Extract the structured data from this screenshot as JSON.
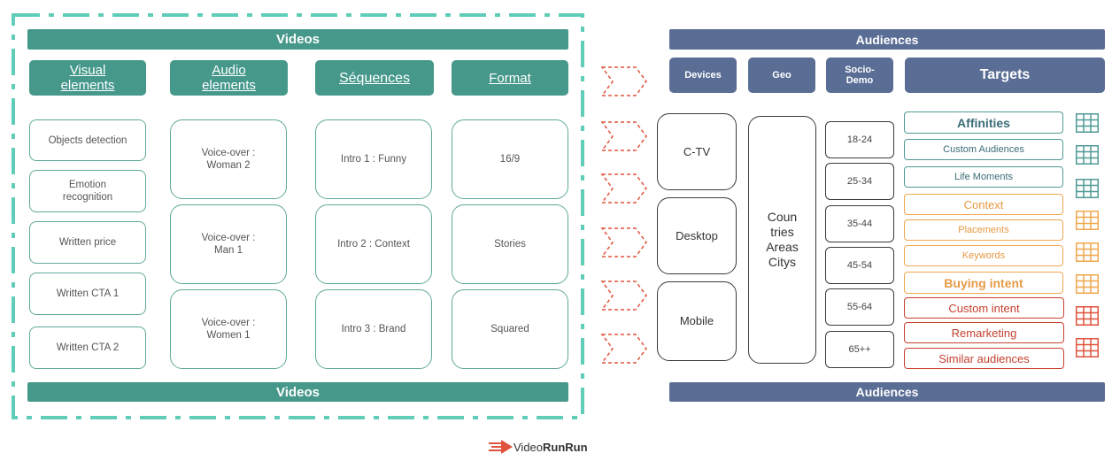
{
  "videos": {
    "title_top": "Videos",
    "title_bottom": "Videos",
    "columns": [
      {
        "label": "Visual\nelements",
        "items": [
          "Objects detection",
          "Emotion\nrecognition",
          "Written price",
          "Written CTA 1",
          "Written CTA 2"
        ]
      },
      {
        "label": "Audio\nelements",
        "items": [
          "Voice-over :\nWoman 2",
          "Voice-over :\nMan 1",
          "Voice-over :\nWomen 1"
        ]
      },
      {
        "label": "Séquences",
        "items": [
          "Intro 1 : Funny",
          "Intro 2 : Context",
          "Intro 3 : Brand"
        ]
      },
      {
        "label": "Format",
        "items": [
          "16/9",
          "Stories",
          "Squared"
        ]
      }
    ]
  },
  "audiences": {
    "title_top": "Audiences",
    "title_bottom": "Audiences",
    "headers": {
      "devices": "Devices",
      "geo": "Geo",
      "socio": "Socio-\nDemo",
      "targets": "Targets"
    },
    "devices": [
      "C-TV",
      "Desktop",
      "Mobile"
    ],
    "geo": "Coun\ntries\nAreas\nCitys",
    "ages": [
      "18-24",
      "25-34",
      "35-44",
      "45-54",
      "55-64",
      "65++"
    ],
    "targets": [
      {
        "label": "Affinities",
        "group": "teal",
        "bold": true
      },
      {
        "label": "Custom Audiences",
        "group": "teal",
        "bold": false
      },
      {
        "label": "Life Moments",
        "group": "teal",
        "bold": false
      },
      {
        "label": "Context",
        "group": "orange",
        "bold": false
      },
      {
        "label": "Placements",
        "group": "orange",
        "bold": false
      },
      {
        "label": "Keywords",
        "group": "orange",
        "bold": false
      },
      {
        "label": "Buying intent",
        "group": "orange",
        "bold": true
      },
      {
        "label": "Custom intent",
        "group": "red",
        "bold": false
      },
      {
        "label": "Remarketing",
        "group": "red",
        "bold": false
      },
      {
        "label": "Similar audiences",
        "group": "red",
        "bold": false
      }
    ],
    "icons": [
      "grid-icon-teal",
      "grid-icon-teal",
      "grid-icon-teal",
      "grid-icon-orange",
      "grid-icon-orange",
      "grid-icon-orange",
      "grid-icon-orange",
      "grid-icon-red",
      "grid-icon-red",
      "grid-icon-red"
    ]
  },
  "logo": {
    "part1": "Video",
    "part2": "RunRun"
  },
  "colors": {
    "teal": "#45988a",
    "slate": "#5a6d95",
    "orange": "#f0a74e",
    "red": "#c9412e",
    "arrow": "#e0533d"
  }
}
